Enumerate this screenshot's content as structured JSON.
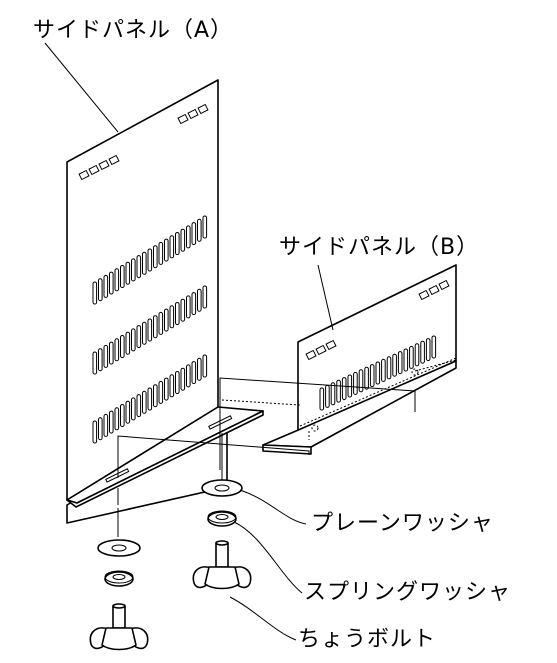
{
  "labels": {
    "side_panel_a": "サイドパネル（A）",
    "side_panel_b": "サイドパネル（B）",
    "plain_washer": "プレーンワッシャ",
    "spring_washer": "スプリングワッシャ",
    "wing_bolt": "ちょうボルト"
  },
  "colors": {
    "line": "#000000",
    "background": "#ffffff"
  }
}
